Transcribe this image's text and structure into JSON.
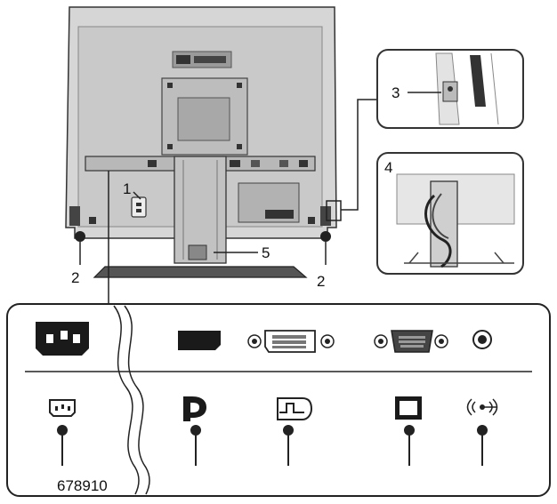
{
  "callouts": {
    "c1": "1",
    "c2_left": "2",
    "c2_right": "2",
    "c3": "3",
    "c4": "4",
    "c5": "5"
  },
  "bottom_code": "678910",
  "colors": {
    "monitor_body": "#d4d4d4",
    "outline": "#2a2a2a",
    "connector_dark": "#1a1a1a",
    "panel_bg": "#ffffff"
  }
}
